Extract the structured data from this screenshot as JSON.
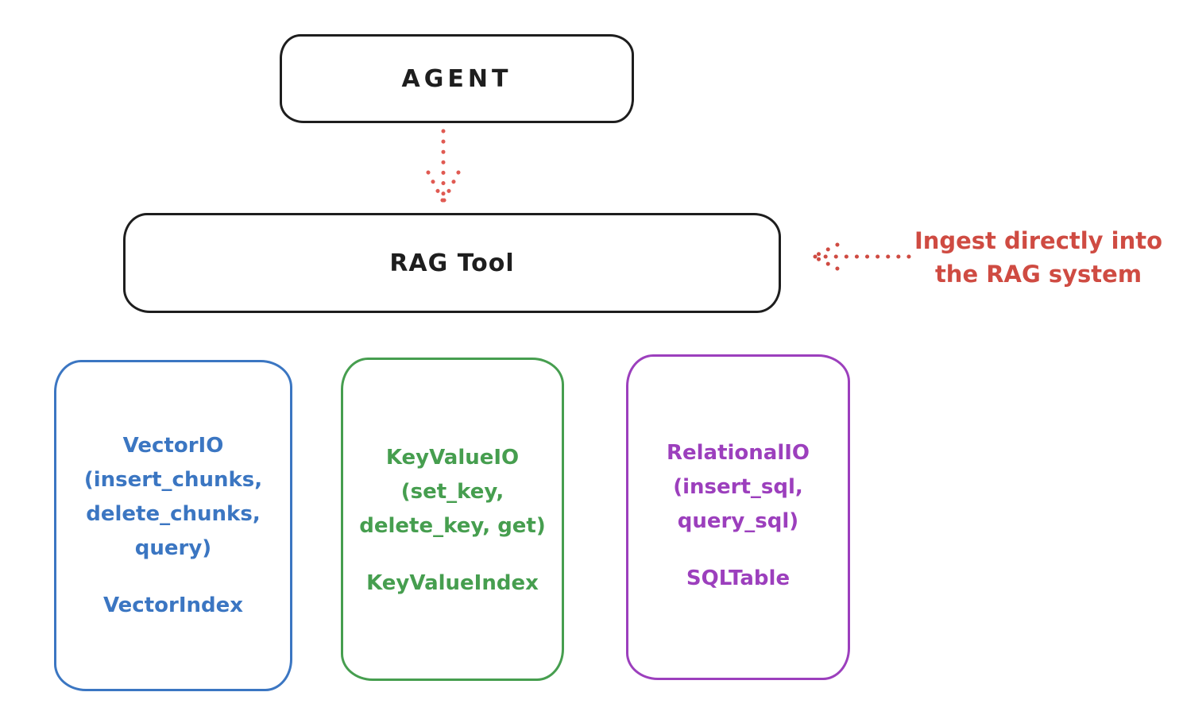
{
  "colors": {
    "ink": "#1e1e1e",
    "red": "#cf4b42",
    "arrow_red": "#e05a52",
    "blue": "#3b76c2",
    "green": "#469e4f",
    "purple": "#9c3fbd",
    "background": "#ffffff"
  },
  "nodes": {
    "agent": {
      "label": "AGENT"
    },
    "rag_tool": {
      "label": "RAG Tool"
    },
    "vector_io": {
      "color": "#3b76c2",
      "lines": [
        "VectorIO",
        "(insert_chunks,",
        "delete_chunks,",
        "query)"
      ],
      "index": "VectorIndex"
    },
    "key_value_io": {
      "color": "#469e4f",
      "lines": [
        "KeyValueIO",
        "(set_key,",
        "delete_key, get)"
      ],
      "index": "KeyValueIndex"
    },
    "relational_io": {
      "color": "#9c3fbd",
      "lines": [
        "RelationalIO",
        "(insert_sql,",
        "query_sql)"
      ],
      "index": "SQLTable"
    }
  },
  "annotation": {
    "color": "#cf4b42",
    "lines": [
      "Ingest directly into",
      "the RAG system"
    ]
  },
  "arrows": [
    {
      "name": "agent-to-rag-tool",
      "style": "dotted",
      "direction": "down",
      "color": "#e05a52"
    },
    {
      "name": "annotation-to-rag-tool",
      "style": "dotted",
      "direction": "left",
      "color": "#cf4b42"
    }
  ]
}
